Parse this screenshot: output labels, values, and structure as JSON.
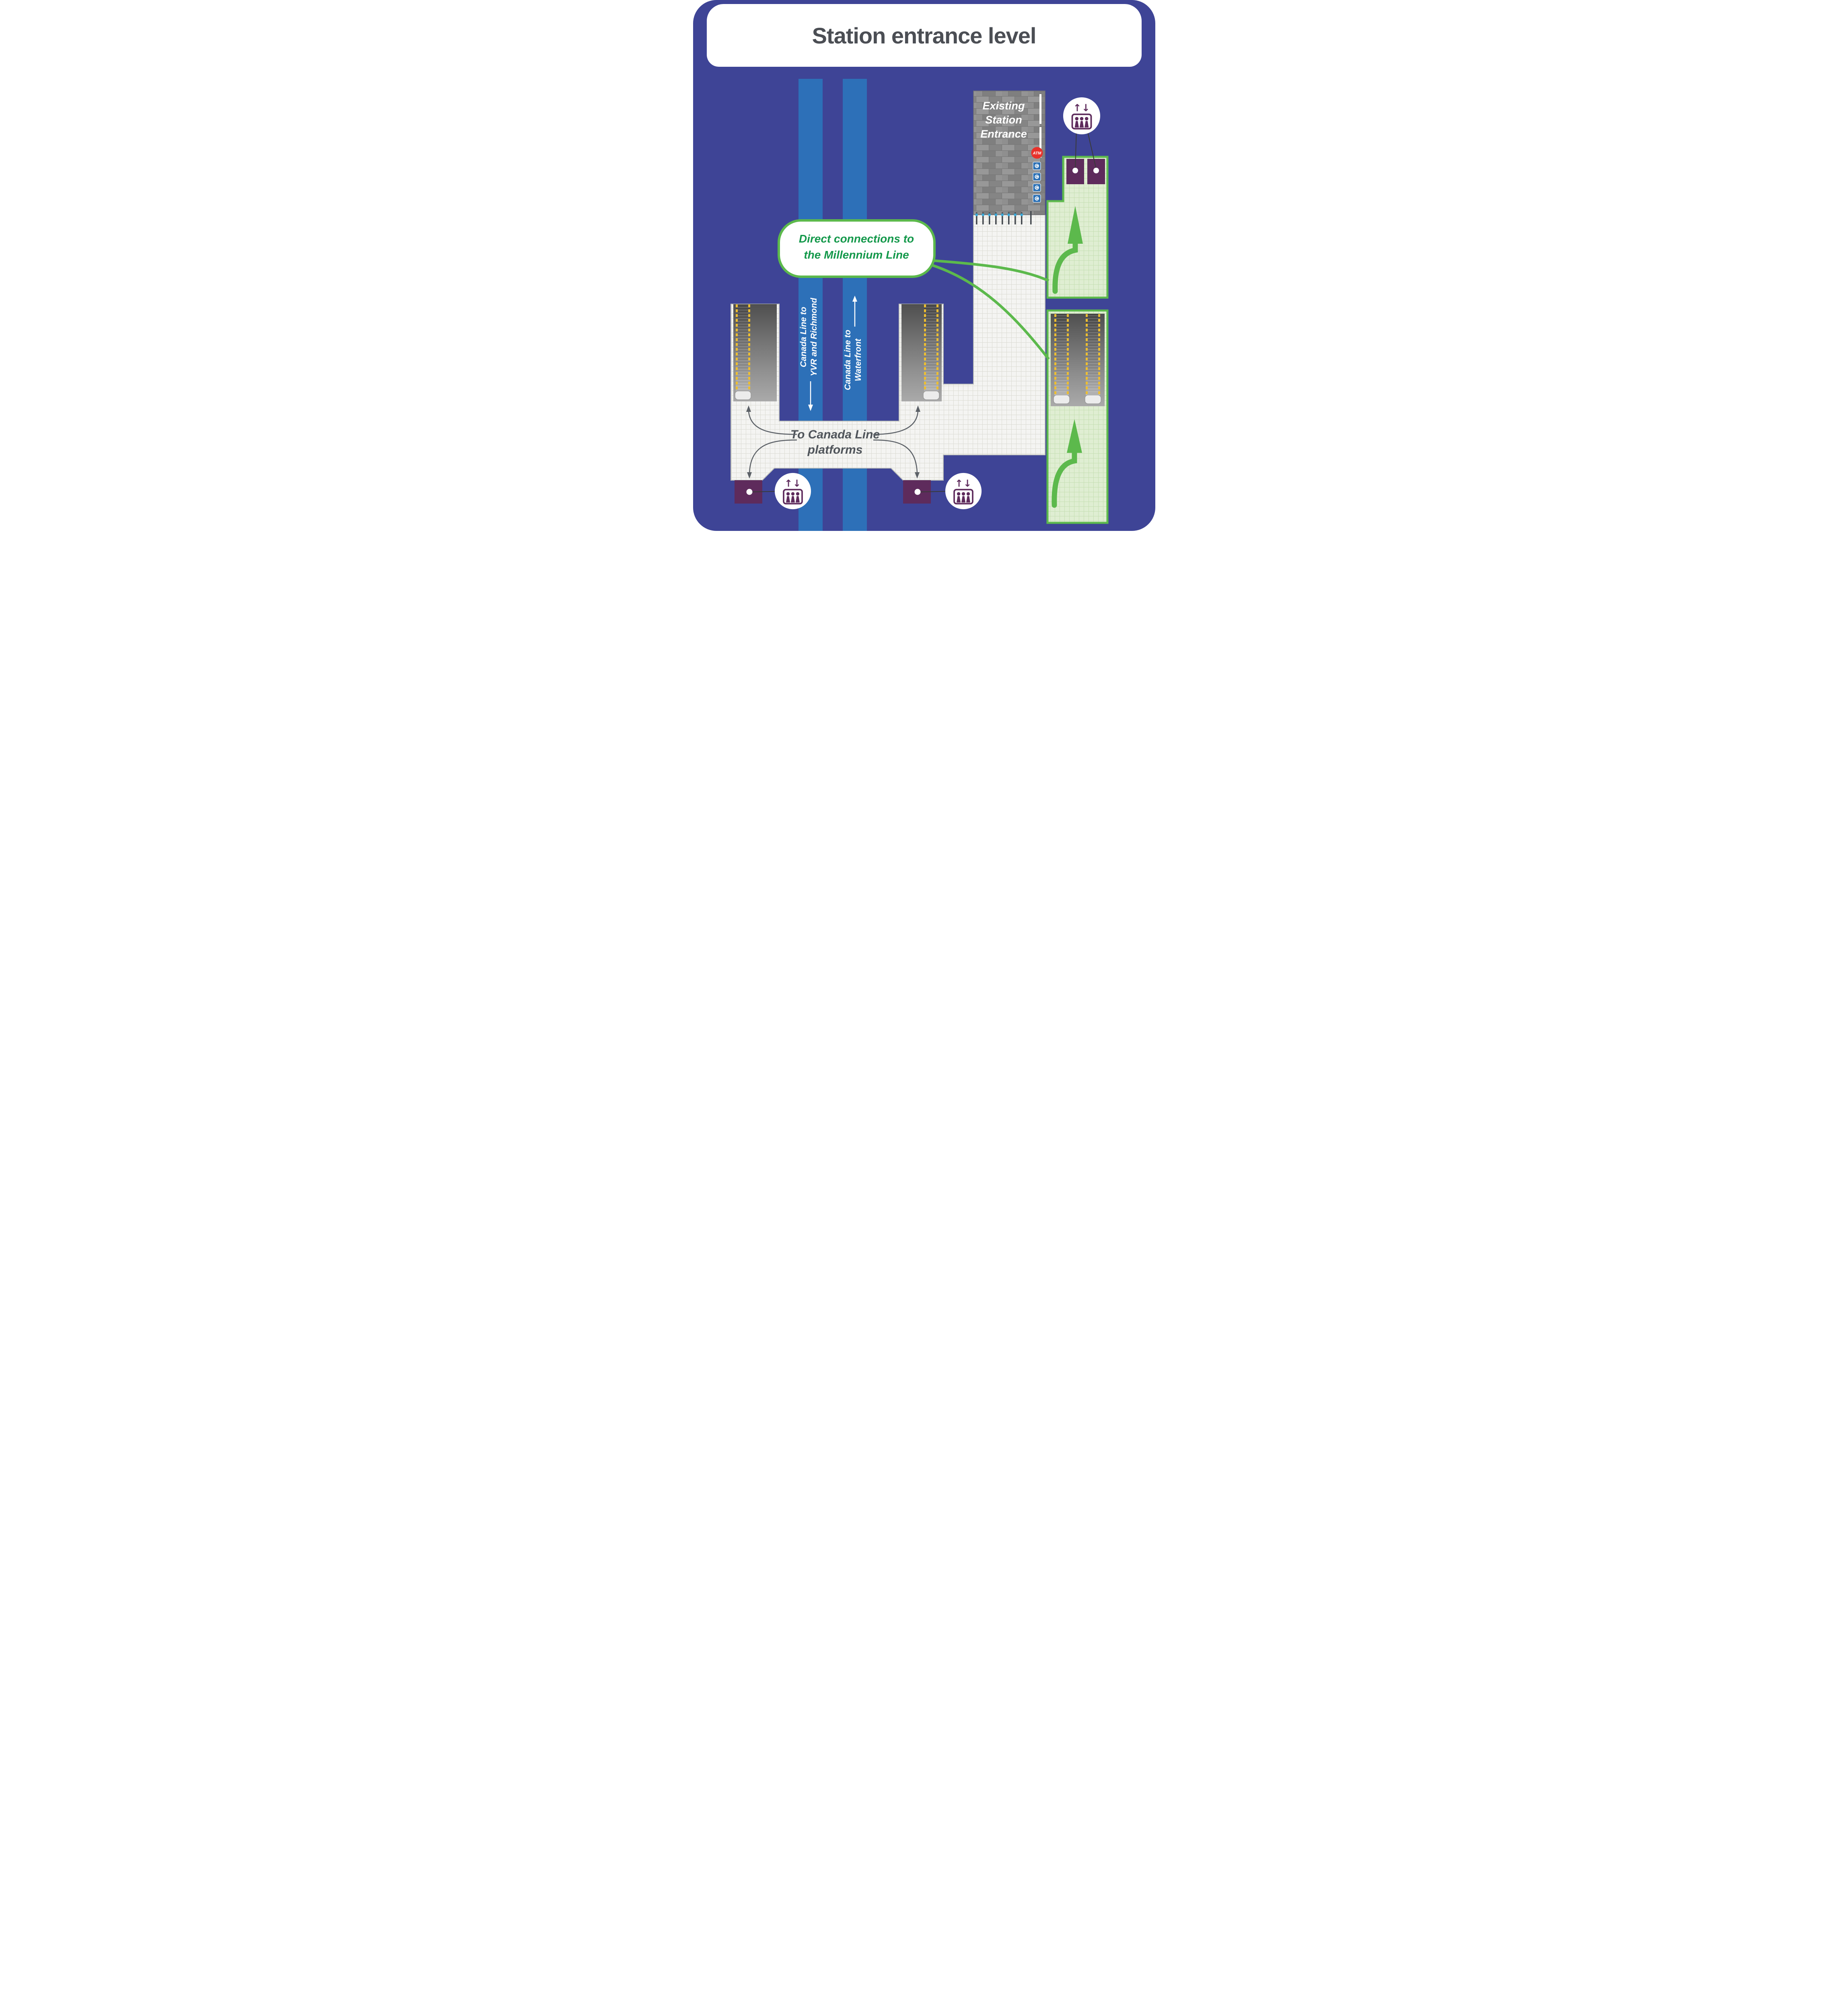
{
  "title": "Station entrance level",
  "colors": {
    "bg": "#3e4496",
    "track": "#2d70b8",
    "green": "#5cb94c",
    "green-text": "#13984a",
    "purple": "#5e2b5c",
    "red": "#e8312a",
    "cblue": "#2a6fb4",
    "gray-text": "#4b4e54",
    "arrow-gray": "#5c6167"
  },
  "tracks": {
    "to_airport": {
      "line1": "Canada Line to",
      "line2": "YVR and Richmond"
    },
    "to_waterfront": {
      "line1": "Canada Line to",
      "line2": "Waterfront"
    }
  },
  "entrance": {
    "line1": "Existing",
    "line2": "Station",
    "line3": "Entrance",
    "atm_label": "ATM",
    "compass_glyph": "C"
  },
  "callout": {
    "line1": "Direct connections to",
    "line2": "the Millennium Line"
  },
  "platforms": {
    "line1": "To Canada Line",
    "line2": "platforms"
  },
  "icons": {
    "elevator_updown_glyph": "↑↓"
  }
}
